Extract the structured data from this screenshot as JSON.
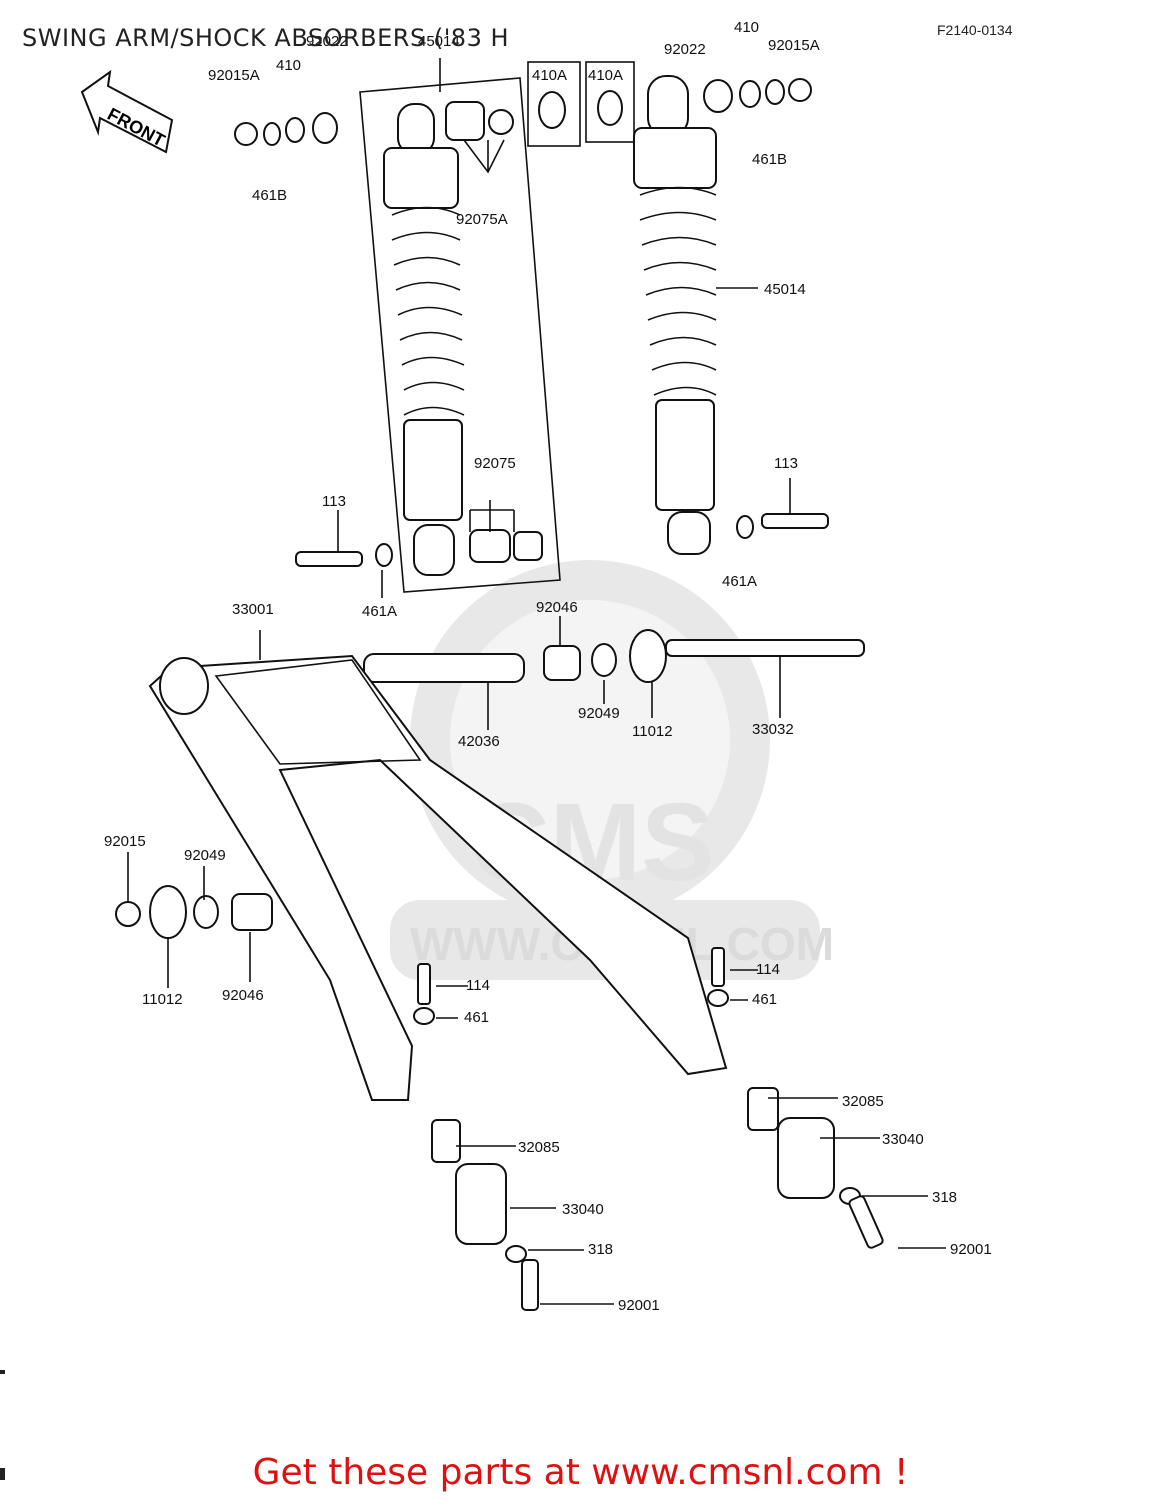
{
  "title": "SWING ARM/SHOCK ABSORBERS ('83 H",
  "diagram_code": "F2140-0134",
  "front_label": "FRONT",
  "watermark": {
    "brand": "CMS",
    "url": "WWW.CMSNL.COM"
  },
  "promo": "Get these parts at www.cmsnl.com !",
  "labels": {
    "p92015A_l": "92015A",
    "p410_l": "410",
    "p92022_l": "92022",
    "p461B_l": "461B",
    "p45014_l": "45014",
    "p92075A": "92075A",
    "p410A_1": "410A",
    "p410A_2": "410A",
    "p92022_r": "92022",
    "p410_r": "410",
    "p92015A_r": "92015A",
    "p461B_r": "461B",
    "p45014_r": "45014",
    "p92075": "92075",
    "p113_l": "113",
    "p461A_l": "461A",
    "p113_r": "113",
    "p461A_r": "461A",
    "p33001": "33001",
    "p92046_t": "92046",
    "p92049_t": "92049",
    "p11012_t": "11012",
    "p42036": "42036",
    "p33032": "33032",
    "p92015": "92015",
    "p92049_l": "92049",
    "p11012_l": "11012",
    "p92046_l": "92046",
    "p114_l": "114",
    "p461_l": "461",
    "p114_r": "114",
    "p461_r": "461",
    "p32085_l": "32085",
    "p33040_l": "33040",
    "p318_l": "318",
    "p92001_l": "92001",
    "p32085_r": "32085",
    "p33040_r": "33040",
    "p318_r": "318",
    "p92001_r": "92001"
  }
}
